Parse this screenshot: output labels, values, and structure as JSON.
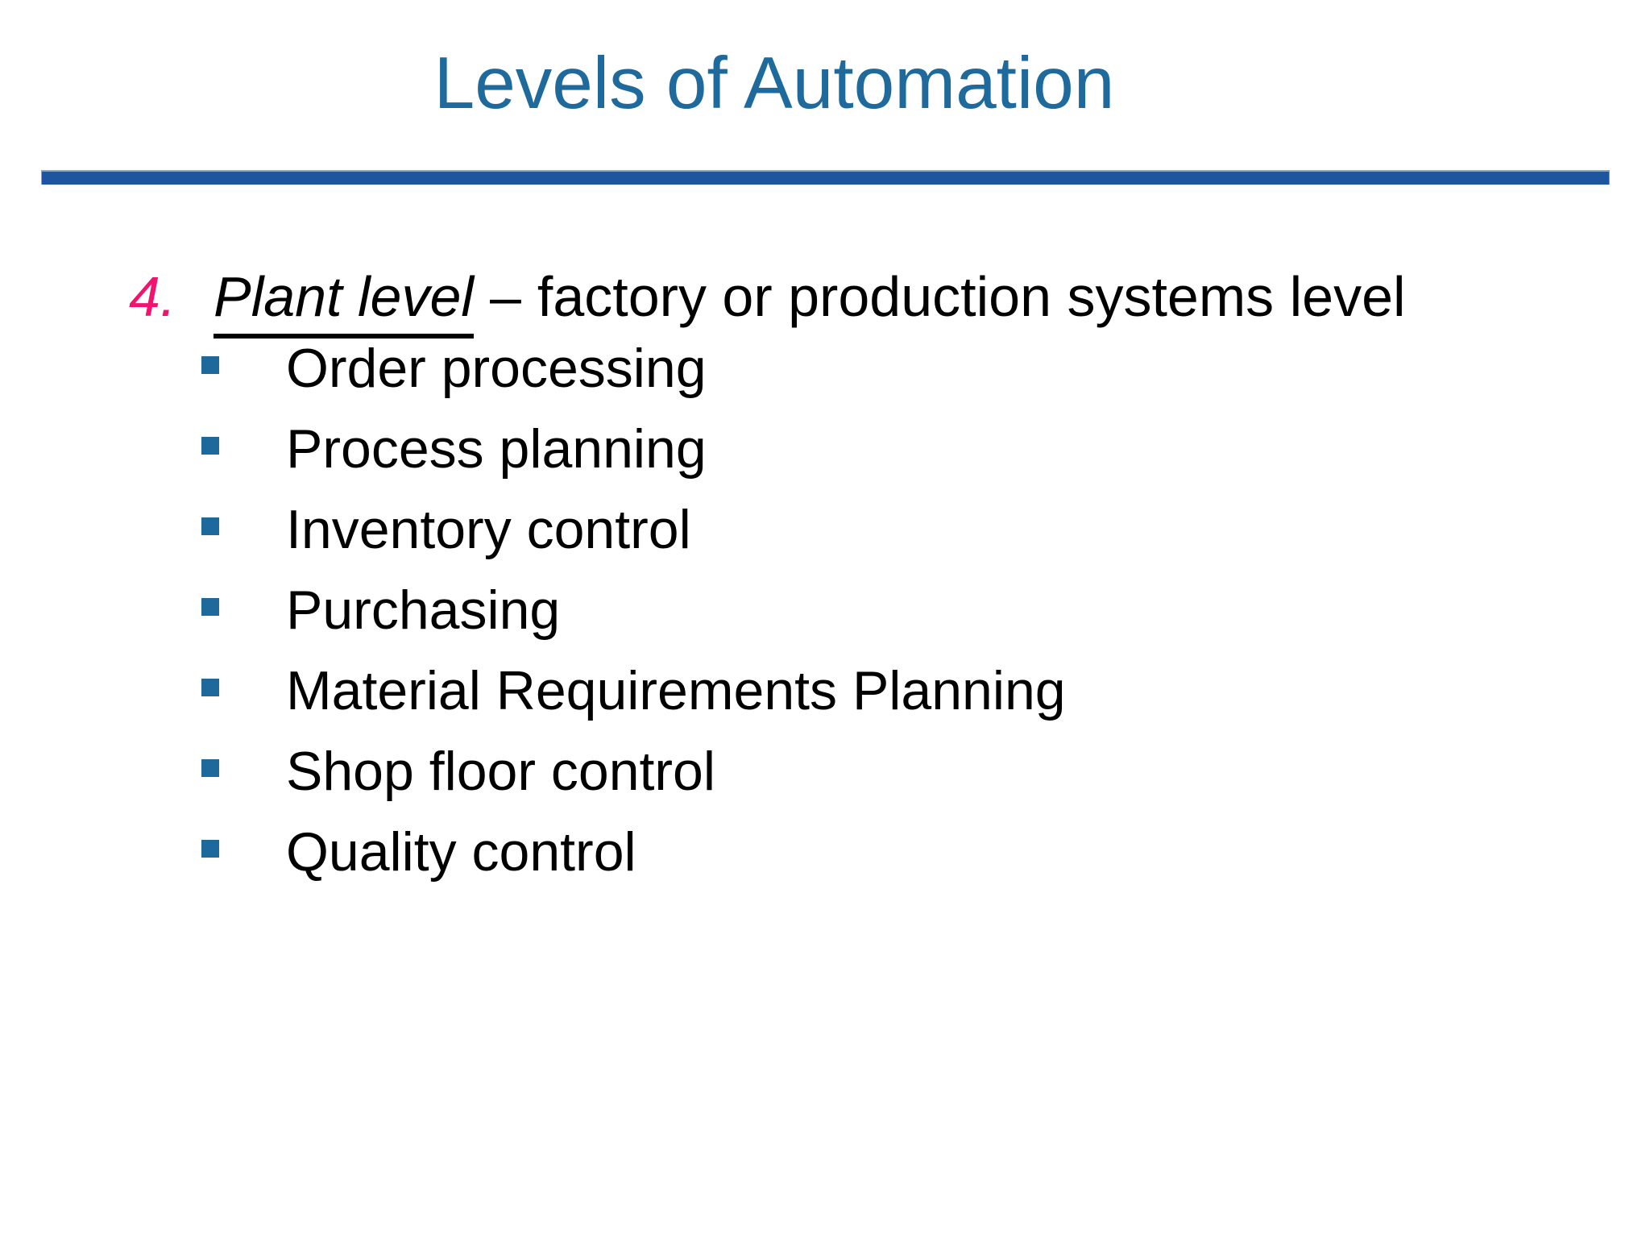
{
  "slide": {
    "title": "Levels of Automation",
    "item": {
      "number": "4.",
      "term": "Plant level",
      "dash": "–",
      "description": "factory or production systems level"
    },
    "bullets": [
      "Order processing",
      "Process planning",
      "Inventory control",
      "Purchasing",
      "Material Requirements Planning",
      "Shop floor control",
      "Quality control"
    ],
    "colors": {
      "title": "#1F6A9D",
      "rule": "#1D569F",
      "number": "#F0146E",
      "bullet_marker": "#1E699C",
      "body_text": "#000000"
    }
  }
}
